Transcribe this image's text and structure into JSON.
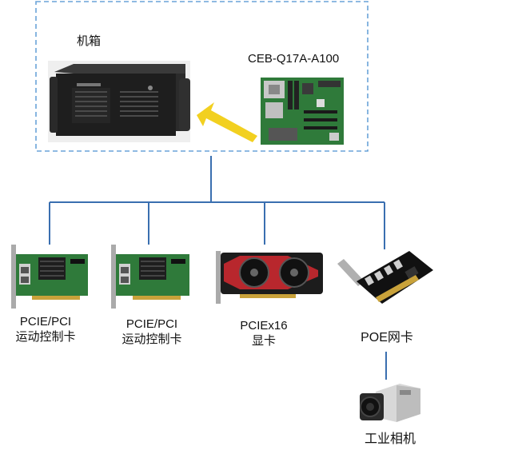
{
  "group": {
    "chassis_label": "机箱",
    "board_label": "CEB-Q17A-A100"
  },
  "cards": [
    {
      "line1": "PCIE/PCI",
      "line2": "运动控制卡"
    },
    {
      "line1": "PCIE/PCI",
      "line2": "运动控制卡"
    },
    {
      "line1": "PCIEx16",
      "line2": "显卡"
    },
    {
      "line1": "POE网卡",
      "line2": ""
    }
  ],
  "camera": {
    "label": "工业相机"
  },
  "colors": {
    "connector": "#3a6fb0",
    "dashed_border": "#6aa3d8",
    "arrow": "#f2d020",
    "board_pcb": "#2f7a3a",
    "gpu_red": "#b8272d"
  }
}
